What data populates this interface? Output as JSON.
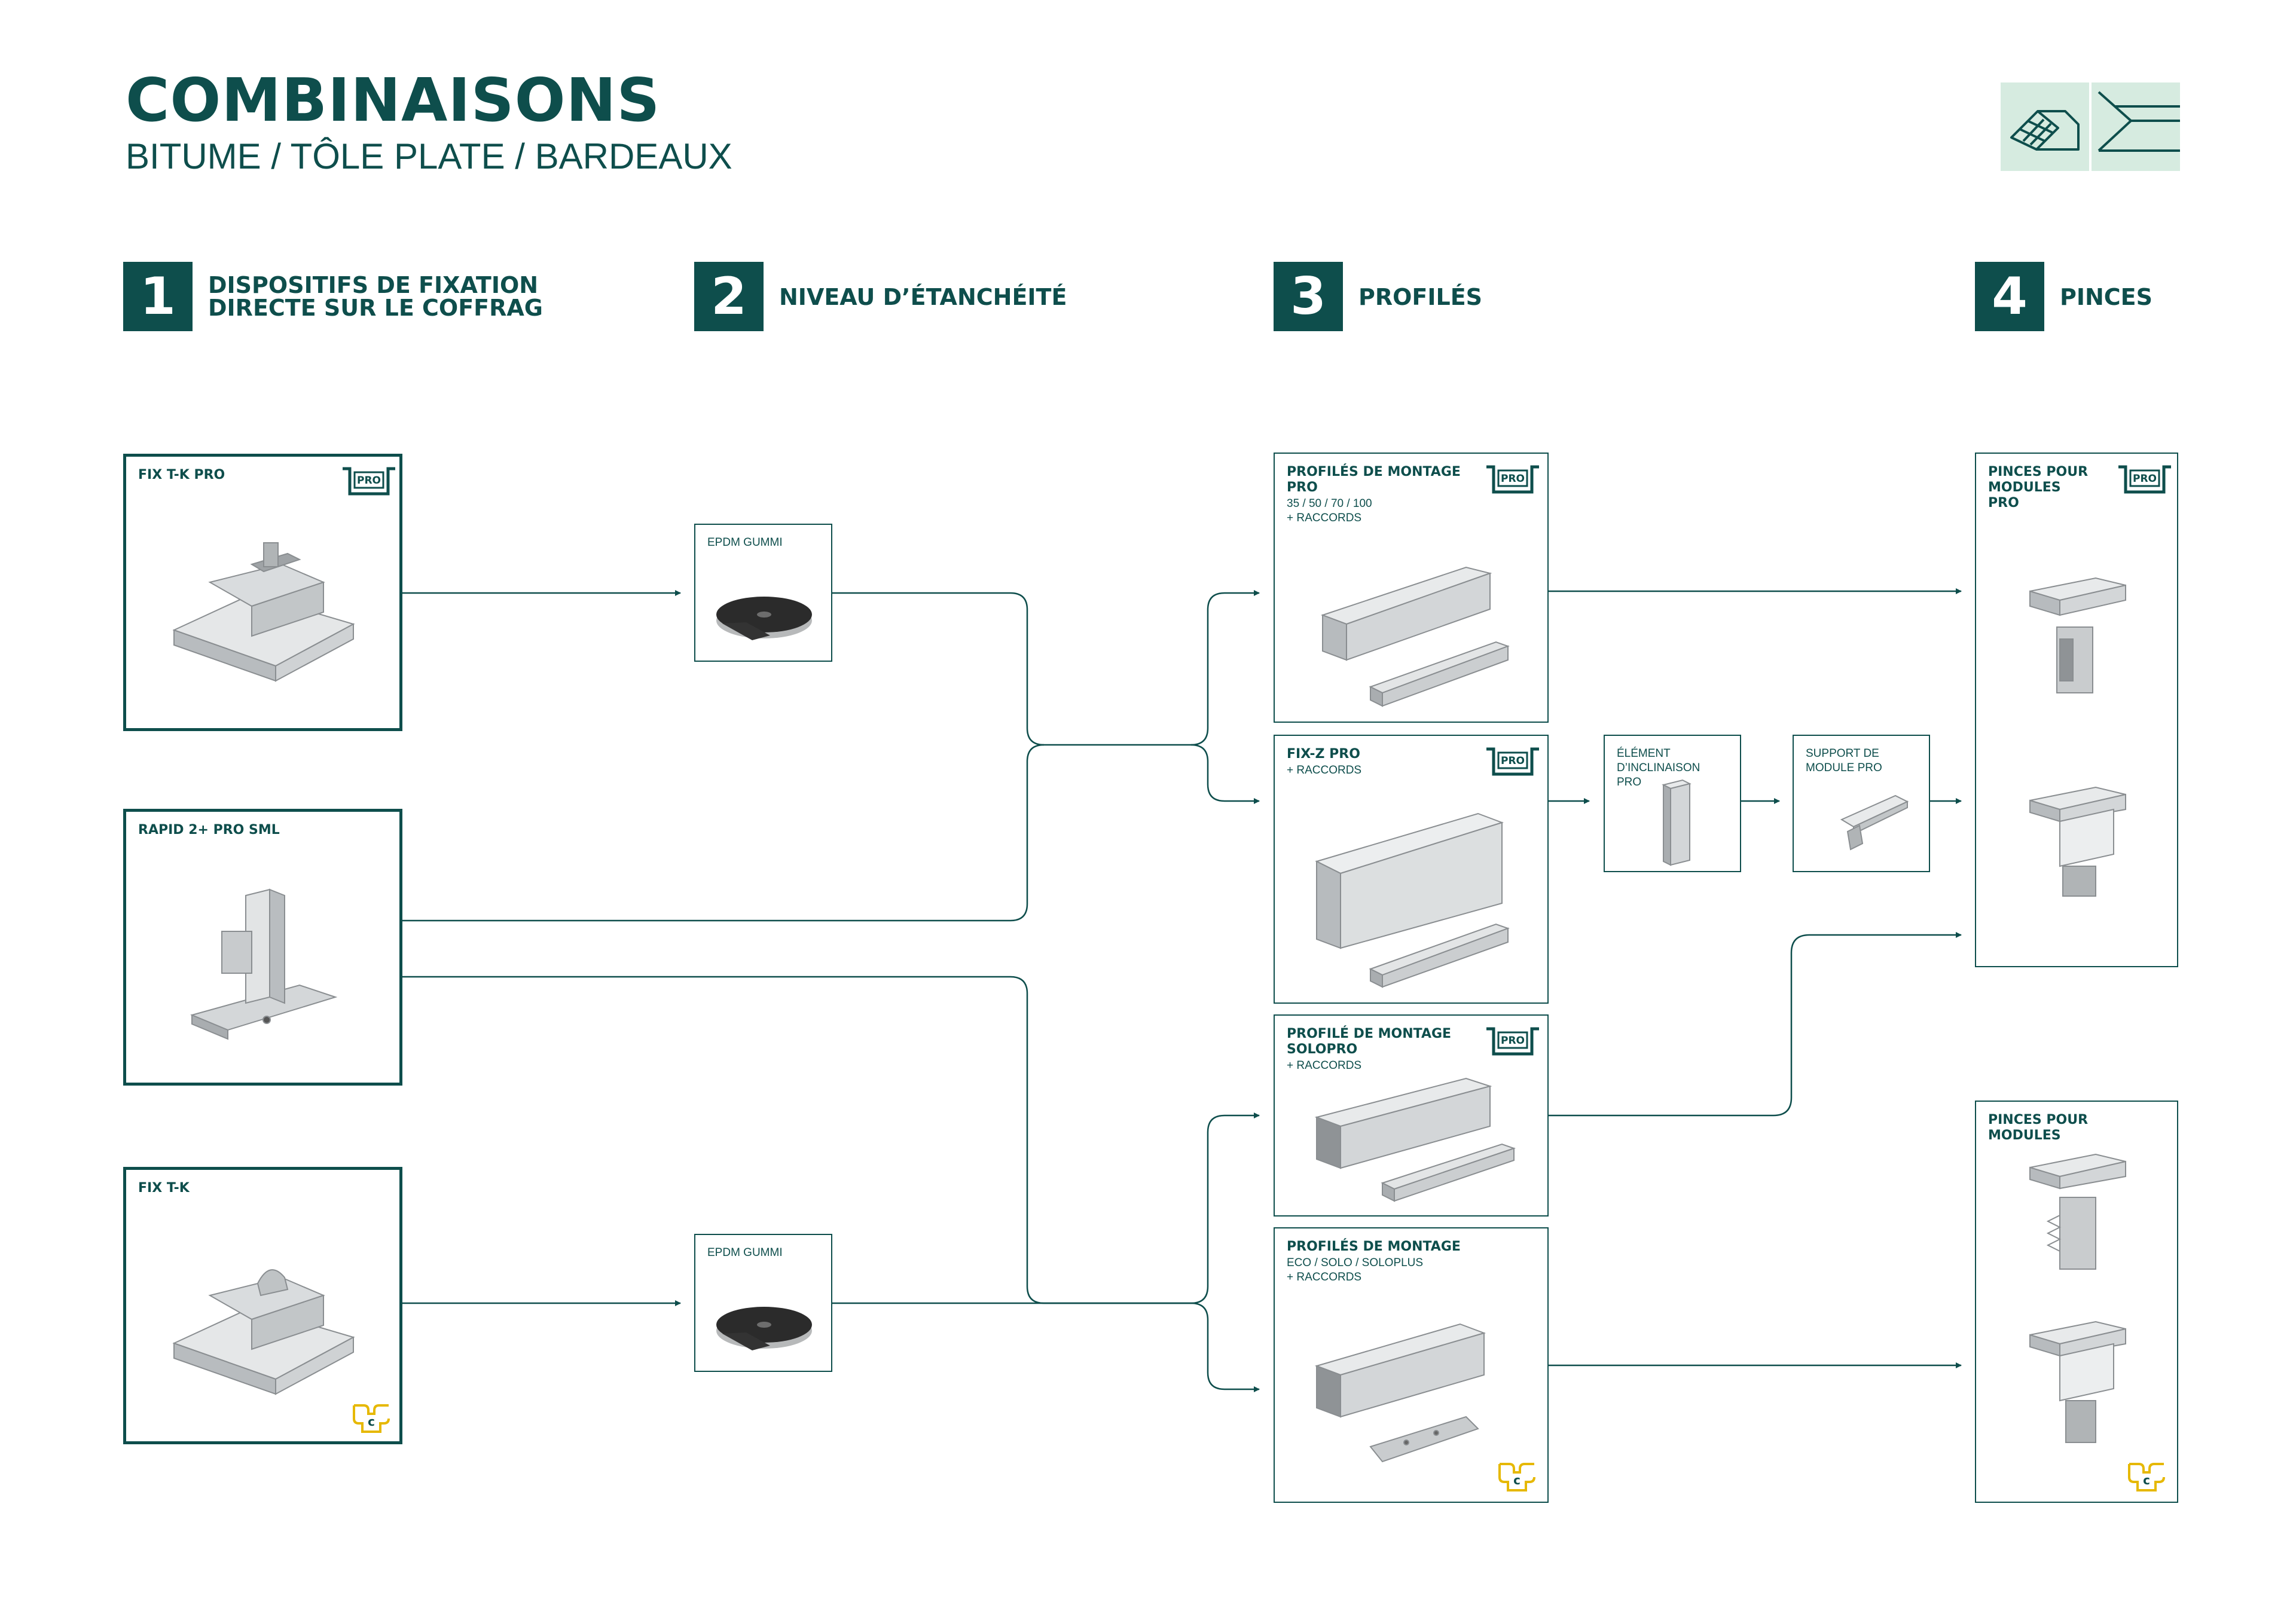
{
  "header": {
    "title": "COMBINAISONS",
    "subtitle": "BITUME / TÔLE PLATE / BARDEAUX"
  },
  "steps": [
    {
      "number": "1",
      "title_line1": "DISPOSITIFS DE FIXATION",
      "title_line2": "DIRECTE SUR LE COFFRAG"
    },
    {
      "number": "2",
      "title_line1": "NIVEAU D’ÉTANCHÉITÉ",
      "title_line2": ""
    },
    {
      "number": "3",
      "title_line1": "PROFILÉS",
      "title_line2": ""
    },
    {
      "number": "4",
      "title_line1": "PINCES",
      "title_line2": ""
    }
  ],
  "fixings": [
    {
      "name": "FIX T-K PRO",
      "badge": "pro"
    },
    {
      "name": "RAPID 2+ PRO SML",
      "badge": "none"
    },
    {
      "name": "FIX T-K",
      "badge": "cs"
    }
  ],
  "sealing": [
    {
      "name": "EPDM GUMMI"
    },
    {
      "name": "EPDM GUMMI"
    }
  ],
  "profiles": [
    {
      "title_line1": "PROFILÉS DE MONTAGE",
      "title_line2": "PRO",
      "sub_line1": "35 / 50 / 70 / 100",
      "sub_line2": "+ RACCORDS",
      "badge": "pro"
    },
    {
      "title_line1": "FIX-Z PRO",
      "title_line2": "",
      "sub_line1": "+ RACCORDS",
      "sub_line2": "",
      "badge": "pro"
    },
    {
      "title_line1": "PROFILÉ DE MONTAGE",
      "title_line2": "SOLOPRO",
      "sub_line1": "+ RACCORDS",
      "sub_line2": "",
      "badge": "pro"
    },
    {
      "title_line1": "PROFILÉS DE MONTAGE",
      "title_line2": "",
      "sub_line1": "ECO / SOLO / SOLOPLUS",
      "sub_line2": "+ RACCORDS",
      "badge": "cs"
    }
  ],
  "accessories": [
    {
      "line1": "ÉLÉMENT",
      "line2": "D’INCLINAISON",
      "line3": "PRO"
    },
    {
      "line1": "SUPPORT DE",
      "line2": "MODULE PRO",
      "line3": ""
    }
  ],
  "clamps": [
    {
      "title_line1": "PINCES POUR",
      "title_line2": "MODULES",
      "title_line3": "PRO",
      "badge": "pro"
    },
    {
      "title_line1": "PINCES POUR",
      "title_line2": "MODULES",
      "title_line3": "",
      "badge": "cs"
    }
  ],
  "badges": {
    "pro_text": "PRO",
    "cs_text": "c"
  },
  "colors": {
    "primary": "#0e4e4c",
    "logo_bg": "#d6ebe0",
    "cs_badge": "#e6b800",
    "aluminium": "#c9ccce",
    "rubber": "#2b2b2b"
  }
}
